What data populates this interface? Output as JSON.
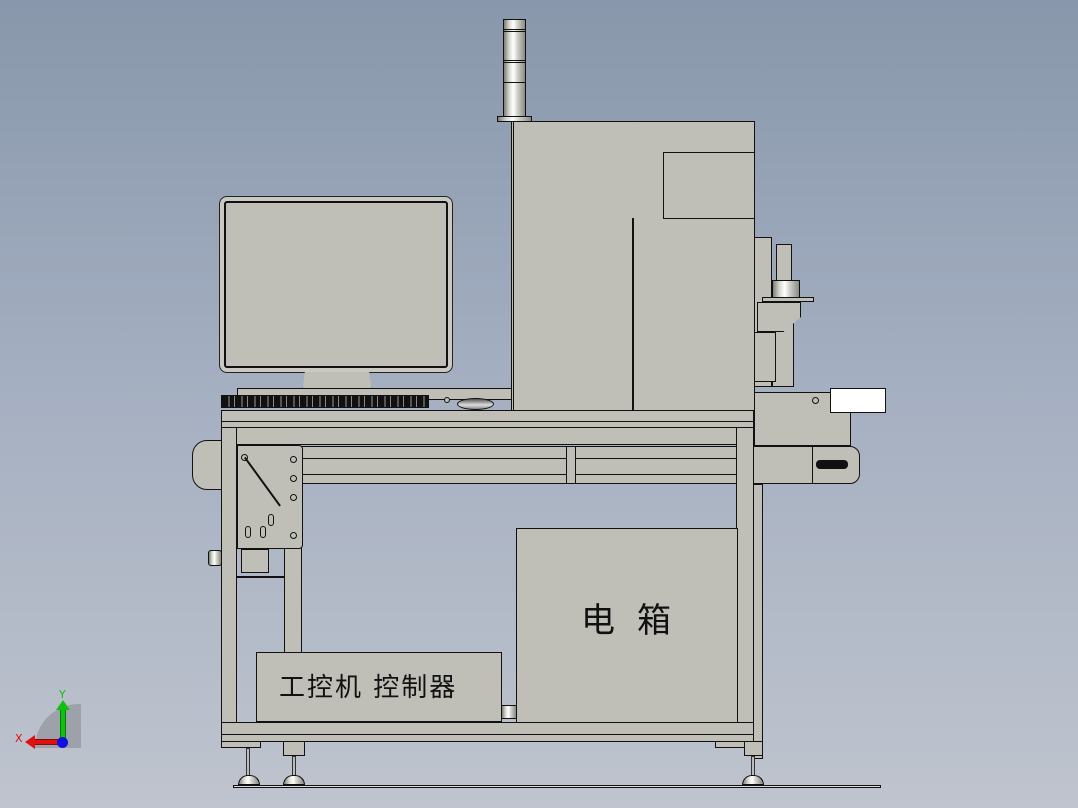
{
  "viewport": {
    "background_top": "#8897ab",
    "background_bottom": "#bfc4ce"
  },
  "model": {
    "title": "Machine assembly front view",
    "part_color": "#bfbfb7",
    "edge_color": "#111111",
    "labels": {
      "control_box": "工控机 控制器",
      "electric_box_char1": "电",
      "electric_box_char2": "箱"
    },
    "components": [
      {
        "name": "signal-tower-light"
      },
      {
        "name": "main-enclosure"
      },
      {
        "name": "monitor"
      },
      {
        "name": "keyboard"
      },
      {
        "name": "mouse"
      },
      {
        "name": "worktable"
      },
      {
        "name": "conveyor-belt"
      },
      {
        "name": "gripper-module"
      },
      {
        "name": "cable-chain-bracket"
      },
      {
        "name": "ipc-controller-box"
      },
      {
        "name": "electric-cabinet"
      },
      {
        "name": "leveling-feet"
      }
    ]
  },
  "triad": {
    "x_label": "X",
    "y_label": "Y",
    "x_color": "#e01010",
    "y_color": "#10c010",
    "z_color": "#1010e0"
  }
}
